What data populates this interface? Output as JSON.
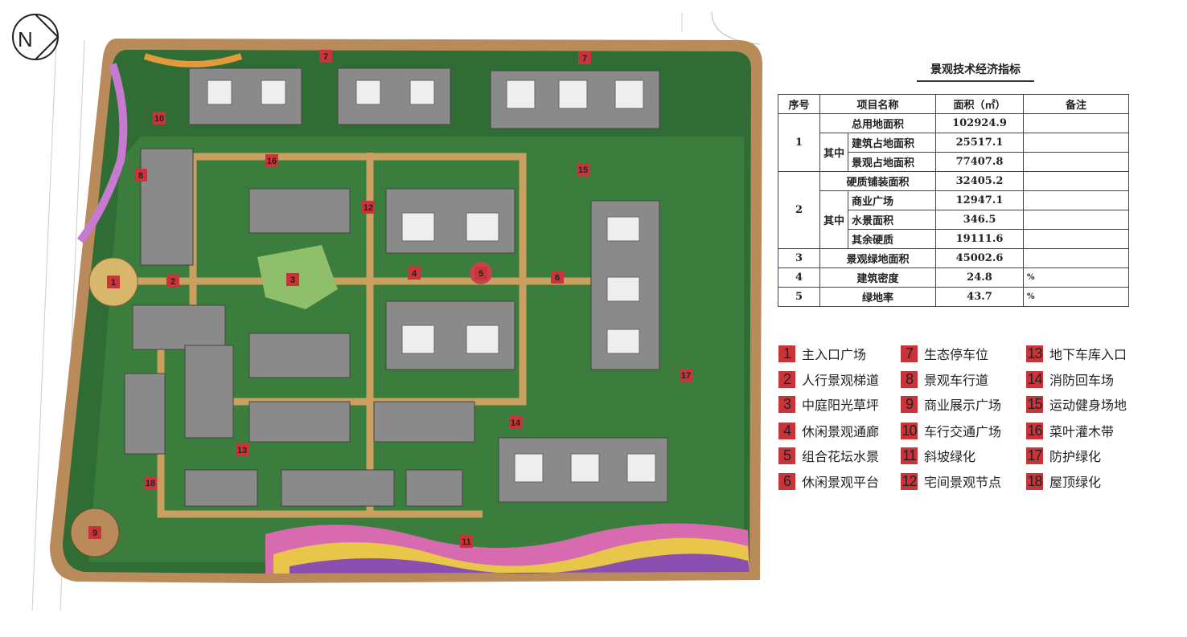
{
  "compass": {
    "label": "N"
  },
  "table": {
    "title": "景观技术经济指标",
    "headers": [
      "序号",
      "项目名称",
      "面积（㎡）",
      "备注"
    ],
    "sub_label": "其中",
    "rows": [
      {
        "no": "1",
        "name": "总用地面积",
        "area": "102924.9",
        "note": ""
      },
      {
        "no": "",
        "name": "建筑占地面积",
        "area": "25517.1",
        "note": ""
      },
      {
        "no": "",
        "name": "景观占地面积",
        "area": "77407.8",
        "note": ""
      },
      {
        "no": "2",
        "name": "硬质铺装面积",
        "area": "32405.2",
        "note": ""
      },
      {
        "no": "",
        "name": "商业广场",
        "area": "12947.1",
        "note": ""
      },
      {
        "no": "",
        "name": "水景面积",
        "area": "346.5",
        "note": ""
      },
      {
        "no": "",
        "name": "其余硬质",
        "area": "19111.6",
        "note": ""
      },
      {
        "no": "3",
        "name": "景观绿地面积",
        "area": "45002.6",
        "note": ""
      },
      {
        "no": "4",
        "name": "建筑密度",
        "area": "24.8",
        "note": "%"
      },
      {
        "no": "5",
        "name": "绿地率",
        "area": "43.7",
        "note": "%"
      }
    ]
  },
  "legend": [
    {
      "num": "1",
      "label": "主入口广场"
    },
    {
      "num": "2",
      "label": "人行景观梯道"
    },
    {
      "num": "3",
      "label": "中庭阳光草坪"
    },
    {
      "num": "4",
      "label": "休闲景观通廊"
    },
    {
      "num": "5",
      "label": "组合花坛水景"
    },
    {
      "num": "6",
      "label": "休闲景观平台"
    },
    {
      "num": "7",
      "label": "生态停车位"
    },
    {
      "num": "8",
      "label": "景观车行道"
    },
    {
      "num": "9",
      "label": "商业展示广场"
    },
    {
      "num": "10",
      "label": "车行交通广场"
    },
    {
      "num": "11",
      "label": "斜坡绿化"
    },
    {
      "num": "12",
      "label": "宅间景观节点"
    },
    {
      "num": "13",
      "label": "地下车库入口"
    },
    {
      "num": "14",
      "label": "消防回车场"
    },
    {
      "num": "15",
      "label": "运动健身场地"
    },
    {
      "num": "16",
      "label": "菜叶灌木带"
    },
    {
      "num": "17",
      "label": "防护绿化"
    },
    {
      "num": "18",
      "label": "屋顶绿化"
    }
  ],
  "plan_markers": [
    "1",
    "2",
    "3",
    "4",
    "5",
    "6",
    "7",
    "7",
    "8",
    "9",
    "10",
    "11",
    "12",
    "13",
    "14",
    "15",
    "16",
    "17",
    "18"
  ],
  "colors": {
    "badge": "#c9343a",
    "green": "#2f6d34",
    "building": "#8a8a8a"
  }
}
